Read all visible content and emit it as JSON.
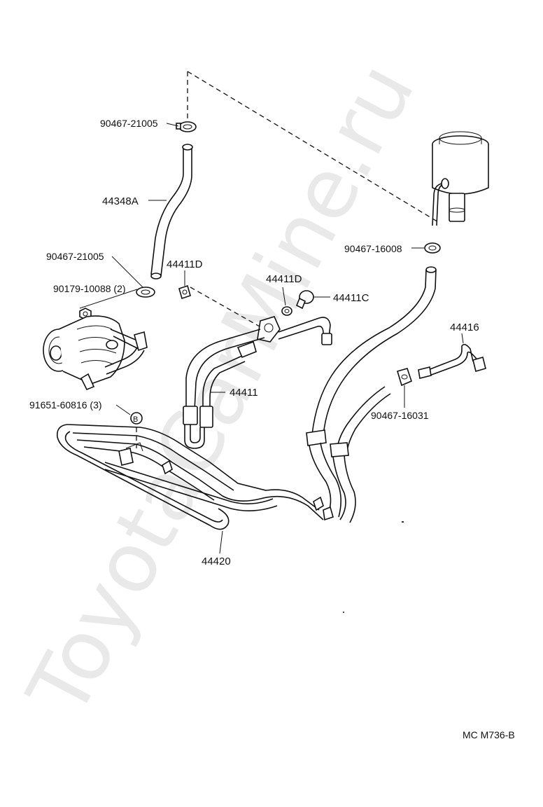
{
  "watermark": "ToyotaCarMine.ru",
  "diagram_code": "MC M736-B",
  "labels": {
    "clamp_top": "90467-21005",
    "hose_44348A": "44348A",
    "clamp_pump": "90467-21005",
    "bolt_pump": "90179-10088 (2)",
    "gasket_44411D_left": "44411D",
    "gasket_44411D_right": "44411D",
    "union_44411C": "44411C",
    "clamp_reservoir": "90467-16008",
    "tube_44416": "44416",
    "pressure_hose_44411": "44411",
    "clamp_return": "90467-16031",
    "nut_91651": "91651-60816 (3)",
    "bolt_marker": "B",
    "cooler_44420": "44420"
  }
}
